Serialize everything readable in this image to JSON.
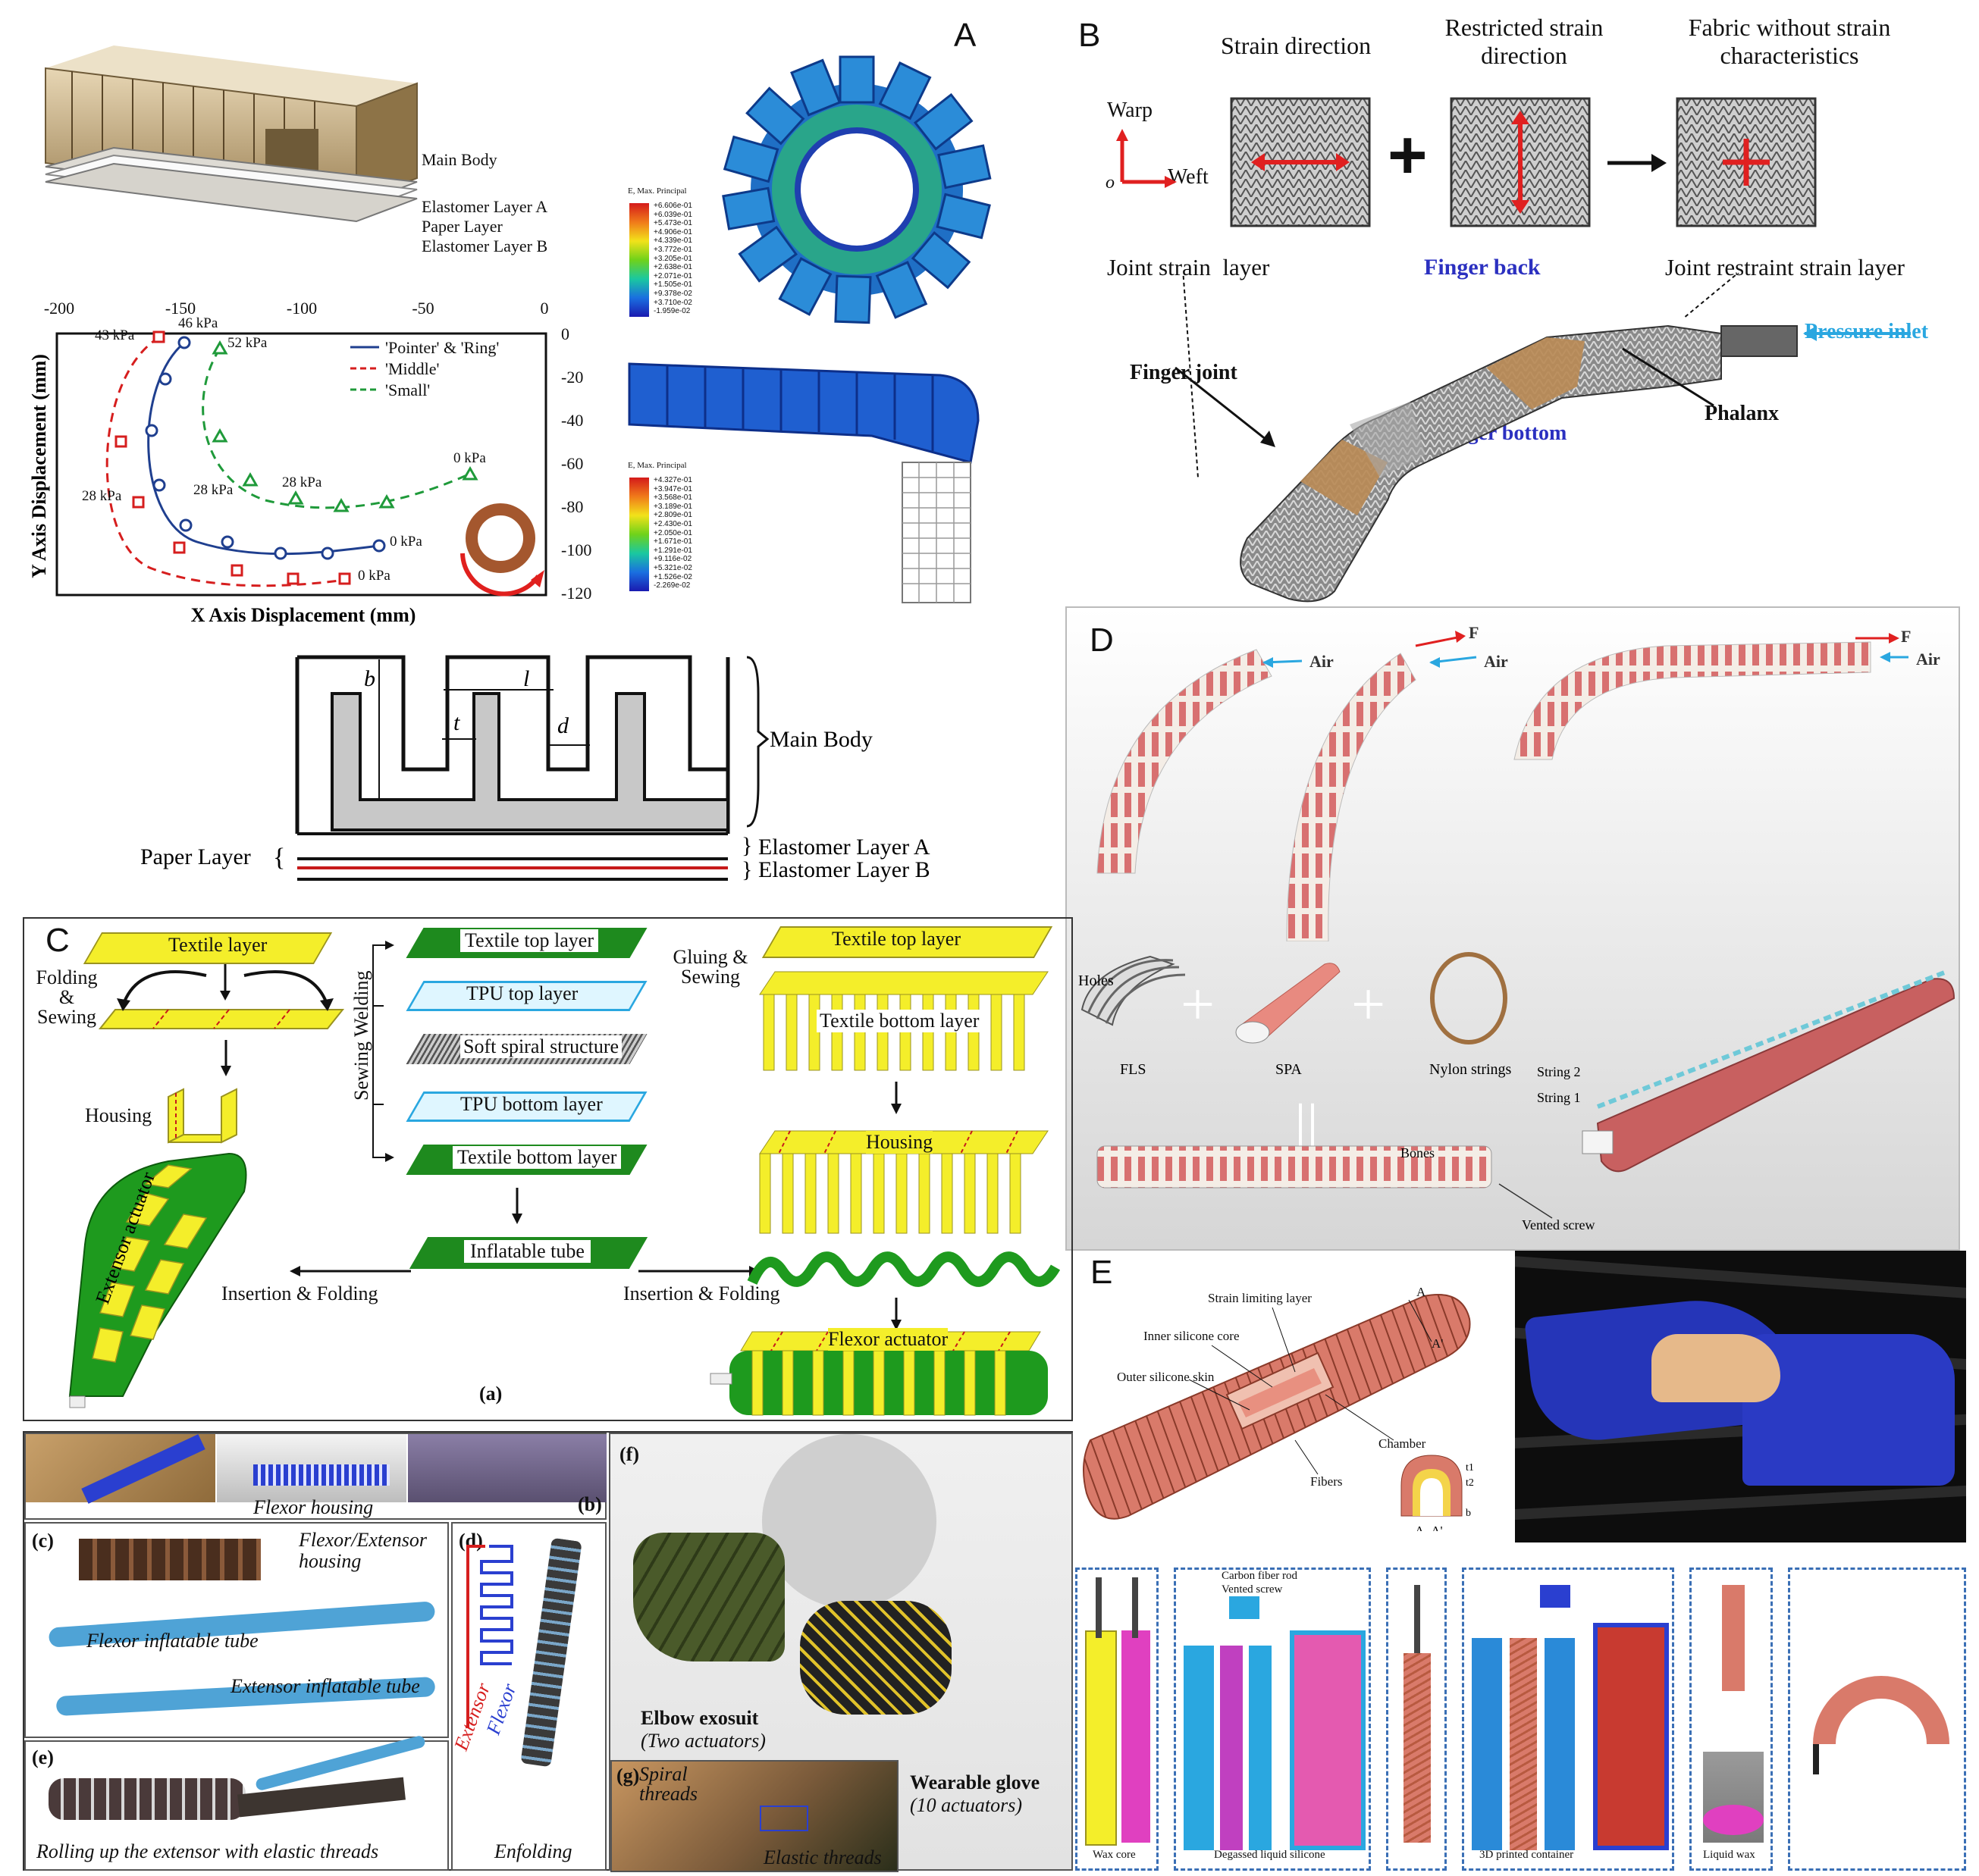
{
  "panels": {
    "A": {
      "letter": "A",
      "layers": [
        "Main Body",
        "Elastomer Layer A",
        "Paper Layer",
        "Elastomer Layer B"
      ],
      "chart": {
        "xlabel": "X Axis Displacement (mm)",
        "ylabel": "Y Axis Displacement (mm)",
        "xticks": [
          "-200",
          "-150",
          "-100",
          "-50",
          "0"
        ],
        "yticks": [
          "0",
          "-20",
          "-40",
          "-60",
          "-80",
          "-100",
          "-120"
        ],
        "legend": [
          "'Pointer' & 'Ring'",
          "'Middle'",
          "'Small'"
        ],
        "annotations": [
          "43 kPa",
          "46 kPa",
          "52 kPa",
          "0 kPa",
          "28 kPa",
          "28 kPa",
          "28 kPa",
          "0 kPa",
          "0 kPa"
        ]
      },
      "legend_title": "E, Max. Principal",
      "scale1": [
        "+6.606e-01",
        "+6.039e-01",
        "+5.473e-01",
        "+4.906e-01",
        "+4.339e-01",
        "+3.772e-01",
        "+3.205e-01",
        "+2.638e-01",
        "+2.071e-01",
        "+1.505e-01",
        "+9.378e-02",
        "+3.710e-02",
        "-1.959e-02"
      ],
      "scale2": [
        "+4.327e-01",
        "+3.947e-01",
        "+3.568e-01",
        "+3.189e-01",
        "+2.809e-01",
        "+2.430e-01",
        "+2.050e-01",
        "+1.671e-01",
        "+1.291e-01",
        "+9.116e-02",
        "+5.321e-02",
        "+1.526e-02",
        "-2.269e-02"
      ],
      "schematic": {
        "b": "b",
        "t": "t",
        "l": "l",
        "d": "d",
        "main": "Main Body",
        "paper": "Paper Layer",
        "ea": "Elastomer Layer A",
        "eb": "Elastomer Layer B"
      }
    },
    "B": {
      "letter": "B",
      "col1": "Strain direction",
      "col2": "Restricted strain direction",
      "col3": "Fabric without strain characteristics",
      "warp": "Warp",
      "weft": "Weft",
      "origin": "o",
      "plus": "+",
      "joint_strain": "Joint strain  layer",
      "finger_back": "Finger back",
      "joint_restraint": "Joint restraint strain layer",
      "pressure": "Pressure inlet",
      "finger_joint": "Finger joint",
      "finger_bottom": "Finger bottom",
      "phalanx": "Phalanx"
    },
    "C": {
      "letter": "C",
      "textile_layer": "Textile layer",
      "folding": "Folding & Sewing",
      "housing_left": "Housing",
      "extensor": "Extensor actuator",
      "textile_top": "Textile top layer",
      "tpu_top": "TPU top layer",
      "spiral": "Soft spiral structure",
      "tpu_bottom": "TPU bottom layer",
      "textile_bottom": "Textile bottom layer",
      "sewing_welding": "Sewing Welding",
      "inflatable": "Inflatable tube",
      "insertion1": "Insertion & Folding",
      "insertion2": "Insertion & Folding",
      "gluing": "Gluing & Sewing",
      "textile_top_r": "Textile top layer",
      "textile_bottom_r": "Textile bottom layer",
      "housing_r": "Housing",
      "flexor": "Flexor actuator",
      "sub_a": "(a)",
      "flexor_housing": "Flexor housing",
      "sub_b": "(b)",
      "sub_c": "(c)",
      "flex_ext_housing": "Flexor/Extensor housing",
      "flexor_tube": "Flexor inflatable tube",
      "extensor_tube": "Extensor inflatable tube",
      "sub_d": "(d)",
      "extensor_lbl": "Extensor",
      "flexor_lbl": "Flexor",
      "enfolding": "Enfolding",
      "sub_e": "(e)",
      "rolling": "Rolling up the extensor with elastic threads",
      "sub_f": "(f)",
      "elbow": "Elbow exosuit",
      "two_act": "(Two actuators)",
      "glove": "Wearable glove",
      "ten_act": "(10 actuators)",
      "sub_g": "(g)",
      "spiral_threads": "Spiral threads",
      "elastic_threads": "Elastic threads"
    },
    "D": {
      "letter": "D",
      "air": "Air",
      "force": "F",
      "holes": "Holes",
      "fls": "FLS",
      "spa": "SPA",
      "nylon": "Nylon strings",
      "string2": "String 2",
      "string1": "String 1",
      "bones": "Bones",
      "vented": "Vented screw"
    },
    "E": {
      "letter": "E",
      "strain": "Strain limiting layer",
      "inner": "Inner silicone core",
      "outer": "Outer silicone skin",
      "chamber": "Chamber",
      "fibers": "Fibers",
      "a": "A",
      "ap": "A'",
      "section": "A- A'",
      "t1": "t1",
      "t2": "t2",
      "b": "b",
      "wax_core": "Wax core",
      "carbon": "Carbon fiber rod",
      "vented": "Vented screw",
      "degassed": "Degassed liquid silicone",
      "container": "3D printed container",
      "wax": "Liquid wax"
    }
  },
  "colors": {
    "green": "#1e8a1e",
    "yellow": "#f4ee2a",
    "blue": "#2a3fd0",
    "red": "#d61e1e",
    "cyan": "#2aa7e0",
    "salmon": "#d97a6a",
    "brown": "#b98a54"
  }
}
